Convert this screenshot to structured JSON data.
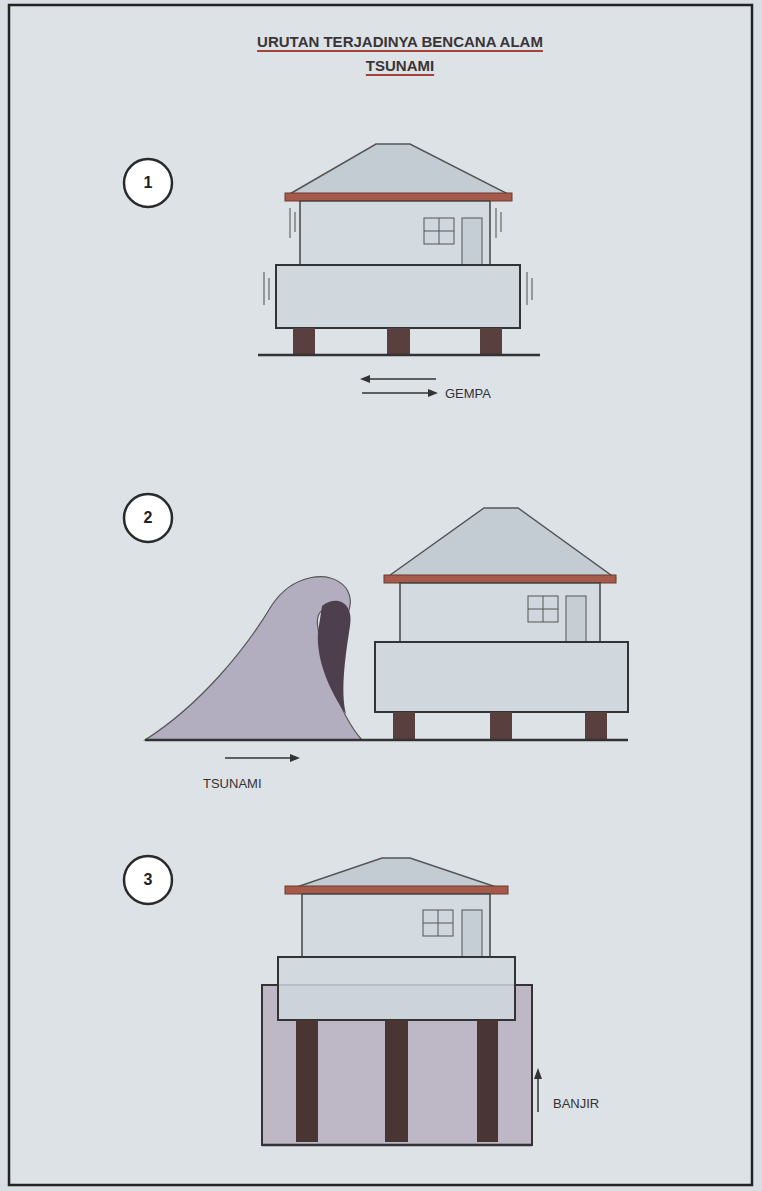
{
  "diagram": {
    "title": "URUTAN TERJADINYA BENCANA ALAM TSUNAMI",
    "nodes": [
      {
        "text": [
          "1"
        ]
      },
      {
        "text": [
          "2"
        ]
      },
      {
        "text": [
          "3"
        ]
      }
    ],
    "labels": [
      "GEMPA",
      "TSUNAMI",
      "BANJIR"
    ]
  }
}
